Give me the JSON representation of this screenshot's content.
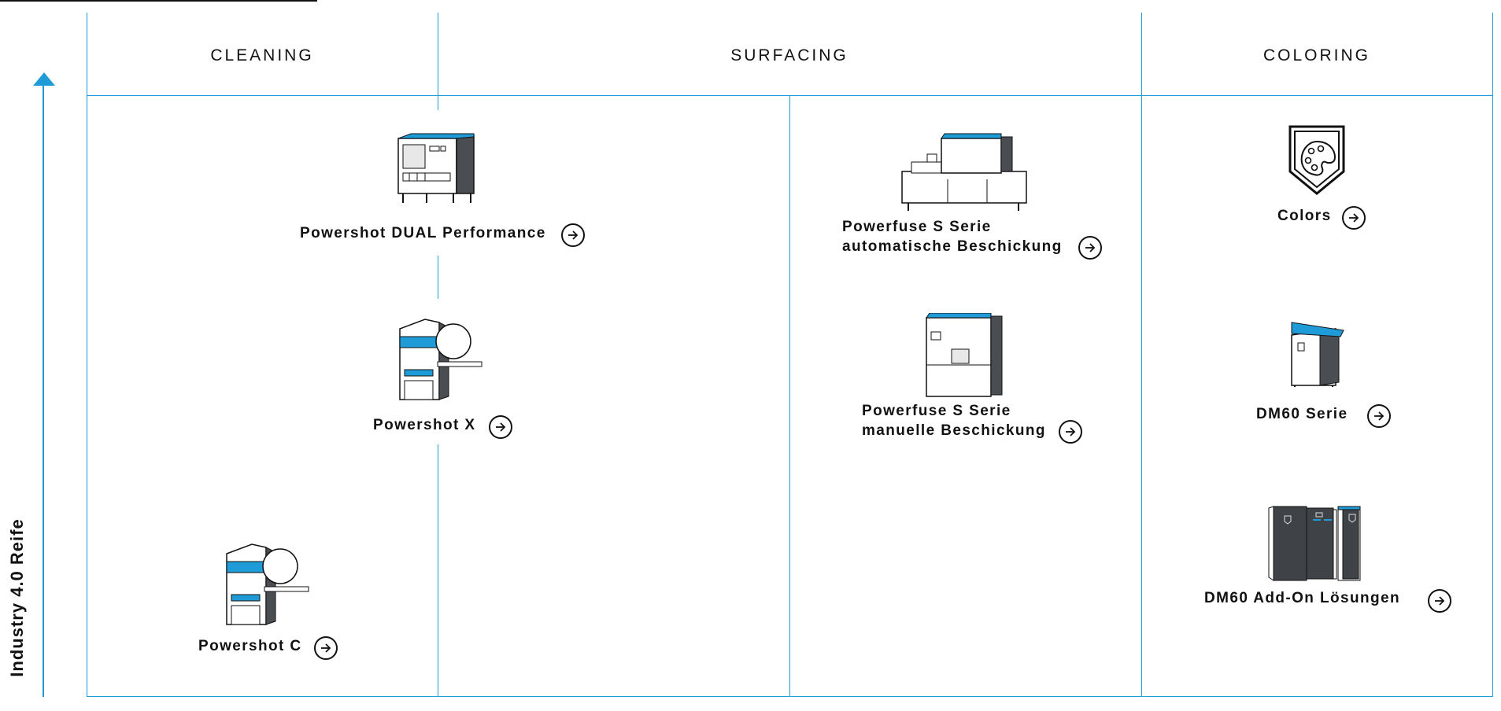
{
  "columns": {
    "cleaning": "CLEANING",
    "surfacing": "SURFACING",
    "coloring": "COLORING"
  },
  "axis": {
    "label": "Industry 4.0 Reife"
  },
  "products": {
    "powershot_dual": {
      "label": "Powershot DUAL Performance",
      "icon": "powershot-dual-machine-icon"
    },
    "powershot_x": {
      "label": "Powershot X",
      "icon": "powershot-x-machine-icon"
    },
    "powershot_c": {
      "label": "Powershot C",
      "icon": "powershot-c-machine-icon"
    },
    "powerfuse_auto": {
      "label_line1": "Powerfuse S Serie",
      "label_line2": "automatische Beschickung",
      "icon": "powerfuse-auto-machine-icon"
    },
    "powerfuse_manual": {
      "label_line1": "Powerfuse S Serie",
      "label_line2": "manuelle Beschickung",
      "icon": "powerfuse-manual-machine-icon"
    },
    "colors": {
      "label": "Colors",
      "icon": "color-palette-shield-icon"
    },
    "dm60": {
      "label": "DM60 Serie",
      "icon": "dm60-machine-icon"
    },
    "dm60_addon": {
      "label": "DM60 Add-On Lösungen",
      "icon": "dm60-addon-cabinets-icon"
    }
  },
  "colors": {
    "accent": "#1f9bd7",
    "text": "#111111",
    "machine_gray": "#4a4d52"
  }
}
